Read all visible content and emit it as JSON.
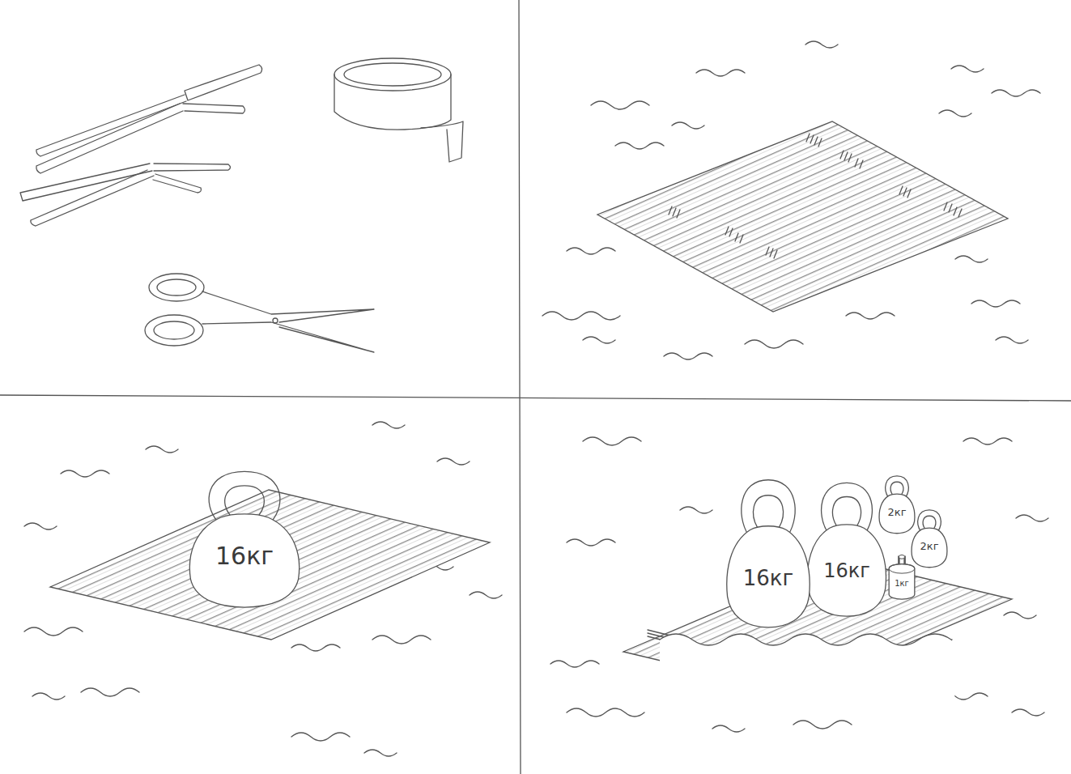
{
  "diagram": {
    "nodes": [
      {
        "text": [
          "16кг"
        ]
      },
      {
        "text": [
          "16кг"
        ]
      },
      {
        "text": [
          "16кг"
        ]
      },
      {
        "text": [
          "2кг"
        ]
      },
      {
        "text": [
          "2кг"
        ]
      },
      {
        "text": [
          "1кг"
        ]
      }
    ]
  }
}
